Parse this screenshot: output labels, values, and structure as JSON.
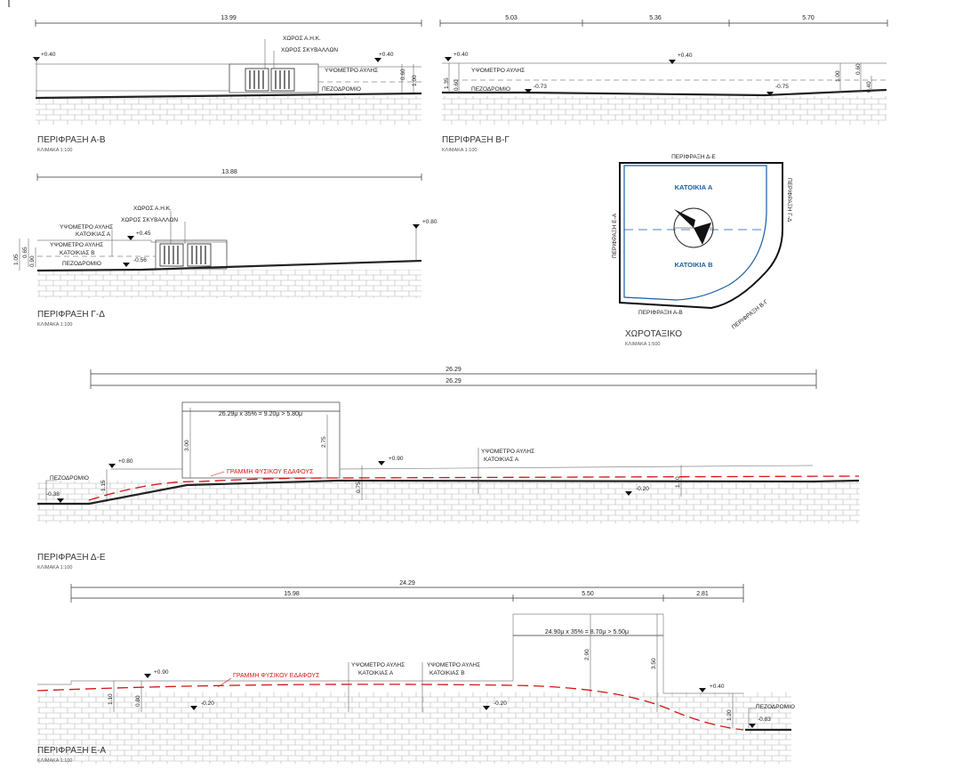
{
  "sections": {
    "ab": {
      "title": "ΠΕΡΙΦΡΑΞΗ Α-Β",
      "scale": "ΚΛΙΜΑΚΑ 1:100",
      "dim_total": "13.99",
      "level_left": "+0.40",
      "level_right": "+0.40",
      "label_ahk": "ΧΩΡΟΣ Α.Η.Κ.",
      "label_bins": "ΧΩΡΟΣ ΣΚΥΒΑΛΛΩΝ",
      "label_yard": "ΥΨΟΜΕΤΡΟ ΑΥΛΗΣ",
      "label_sidewalk": "ΠΕΖΟΔΡΟΜΙΟ",
      "vdim_a": "0.60",
      "vdim_b": "1.00"
    },
    "bg": {
      "title": "ΠΕΡΙΦΡΑΞΗ Β-Γ",
      "scale": "ΚΛΙΜΑΚΑ 1:100",
      "dim_1": "5.03",
      "dim_2": "5.36",
      "dim_3": "5.70",
      "level_left": "+0.40",
      "level_mid": "+0.40",
      "level_a": "-0.73",
      "level_b": "-0.75",
      "label_yard": "ΥΨΟΜΕΤΡΟ ΑΥΛΗΣ",
      "label_sidewalk": "ΠΕΖΟΔΡΟΜΙΟ",
      "vdim_a": "1.35",
      "vdim_b": "0.60",
      "vdim_c": "1.00",
      "vdim_d": "0.60",
      "vdim_e": "0.40"
    },
    "gd": {
      "title": "ΠΕΡΙΦΡΑΞΗ Γ-Δ",
      "scale": "ΚΛΙΜΑΚΑ 1:100",
      "dim_total": "13.88",
      "level_right": "+0.80",
      "level_a": "+0.45",
      "level_b": "-0.56",
      "label_ahk": "ΧΩΡΟΣ Α.Η.Κ.",
      "label_bins": "ΧΩΡΟΣ ΣΚΥΒΑΛΛΩΝ",
      "label_yard_a": "ΥΨΟΜΕΤΡΟ ΑΥΛΗΣ",
      "label_house_a": "ΚΑΤΟΙΚΙΑΣ Α",
      "label_yard_b": "ΥΨΟΜΕΤΡΟ ΑΥΛΗΣ",
      "label_house_b": "ΚΑΤΟΙΚΙΑΣ Β",
      "label_sidewalk": "ΠΕΖΟΔΡΟΜΙΟ",
      "vdim_a": "1.05",
      "vdim_b": "0.65",
      "vdim_c": "0.90"
    },
    "site": {
      "title": "ΧΩΡΟΤΑΞΙΚΟ",
      "scale": "ΚΛΙΜΑΚΑ 1:500",
      "house_a": "ΚΑΤΟΙΚΙΑ Α",
      "house_b": "ΚΑΤΟΙΚΙΑ Β",
      "side_de": "ΠΕΡΙΦΡΑΞΗ Δ-Ε",
      "side_ea": "ΠΕΡΙΦΡΑΞΗ Ε-Α",
      "side_gd": "ΠΕΡΙΦΡΑΞΗ Γ-Δ",
      "side_ab": "ΠΕΡΙΦΡΑΞΗ Α-Β",
      "side_bg": "ΠΕΡΙΦΡΑΞΗ Β-Γ"
    },
    "de": {
      "title": "ΠΕΡΙΦΡΑΞΗ Δ-Ε",
      "scale": "ΚΛΙΜΑΚΑ 1:100",
      "dim_top_1": "26.29",
      "dim_top_2": "26.29",
      "dim_formula": "26.29μ x 35% = 9.20μ > 5.80μ",
      "vdim_a": "3.00",
      "vdim_b": "2.75",
      "vdim_c": "1.15",
      "vdim_d": "0.75",
      "vdim_e": "1.10",
      "level_a": "+0.80",
      "level_b": "+0.90",
      "level_c": "-0.38",
      "level_d": "-0.20",
      "label_sidewalk": "ΠΕΖΟΔΡΟΜΙΟ",
      "label_natural": "ΓΡΑΜΜΗ ΦΥΣΙΚΟΥ ΕΔΑΦΟΥΣ",
      "label_yard": "ΥΨΟΜΕΤΡΟ ΑΥΛΗΣ",
      "label_house": "ΚΑΤΟΙΚΙΑΣ Α"
    },
    "ea": {
      "title": "ΠΕΡΙΦΡΑΞΗ Ε-Α",
      "scale": "ΚΛΙΜΑΚΑ 1:100",
      "dim_total": "24.29",
      "dim_1": "15.98",
      "dim_2": "5.50",
      "dim_3": "2.81",
      "dim_formula": "24.90μ x 35% = 8.70μ > 5.50μ",
      "vdim_a": "2.90",
      "vdim_b": "3.50",
      "vdim_c": "1.10",
      "vdim_d": "0.80",
      "vdim_e": "1.20",
      "level_a": "+0.90",
      "level_b": "-0.20",
      "level_c": "-0.20",
      "level_d": "+0.40",
      "level_e": "-0.83",
      "label_natural": "ΓΡΑΜΜΗ ΦΥΣΙΚΟΥ ΕΔΑΦΟΥΣ",
      "label_yard_a": "ΥΨΟΜΕΤΡΟ ΑΥΛΗΣ",
      "label_house_a": "ΚΑΤΟΙΚΙΑΣ Α",
      "label_yard_b": "ΥΨΟΜΕΤΡΟ ΑΥΛΗΣ",
      "label_house_b": "ΚΑΤΟΙΚΙΑΣ Β",
      "label_sidewalk": "ΠΕΖΟΔΡΟΜΙΟ"
    }
  },
  "colors": {
    "natural_ground_line": "#d41515",
    "site_plan_blue": "#1a5fa3"
  }
}
